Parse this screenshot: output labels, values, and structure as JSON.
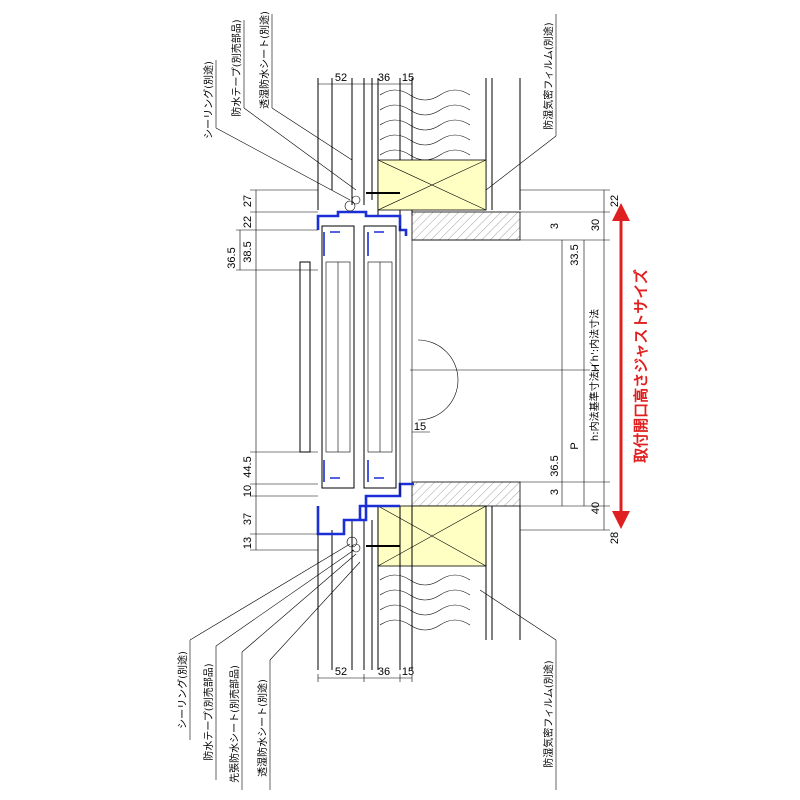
{
  "top_dims": {
    "d1": "52",
    "d2": "36",
    "d3": "15"
  },
  "bottom_dims": {
    "d1": "52",
    "d2": "36",
    "d3": "15"
  },
  "left_dims": {
    "a": "27",
    "b": "22",
    "c": "36.5",
    "d": "38.5",
    "e": "44.5",
    "f": "10",
    "g": "37",
    "h": "13"
  },
  "right_dims": {
    "top": "22",
    "a30": "30",
    "a3top": "3",
    "a335": "33.5",
    "P": "P",
    "H": "H",
    "a365": "36.5",
    "a3bot": "3",
    "a40": "40",
    "bottom": "28",
    "a15": "15"
  },
  "inner_labels": {
    "h_label": "h:内法基準寸法／h':内法寸法"
  },
  "callouts_top": {
    "sealing": "シーリング(別途)",
    "waterproof_tape": "防水テープ(別売部品)",
    "breathable_sheet": "透湿防水シート(別途)",
    "vapor_film": "防湿気密フィルム(別途)"
  },
  "callouts_bottom": {
    "sealing": "シーリング(別途)",
    "waterproof_tape": "防水テープ(別売部品)",
    "pre_sheet": "先張防水シート(別売部品)",
    "breathable_sheet": "透湿防水シート(別途)",
    "vapor_film": "防湿気密フィルム(別途)"
  },
  "main_label": "取付開口高さジャストサイズ",
  "colors": {
    "blue_frame": "#1a2fd6",
    "red_arrow": "#e02020",
    "insulation": "#ffffc4"
  }
}
